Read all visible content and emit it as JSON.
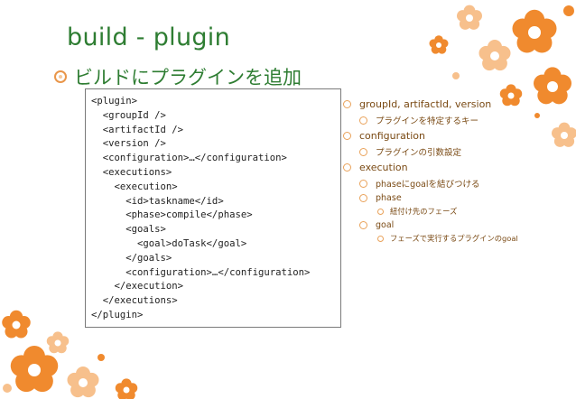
{
  "slide": {
    "title": "build - plugin",
    "subtitle": "ビルドにプラグインを追加"
  },
  "code_lines": [
    "<plugin>",
    "  <groupId />",
    "  <artifactId />",
    "  <version />",
    "  <configuration>…</configuration>",
    "  <executions>",
    "    <execution>",
    "      <id>taskname</id>",
    "      <phase>compile</phase>",
    "      <goals>",
    "        <goal>doTask</goal>",
    "      </goals>",
    "      <configuration>…</configuration>",
    "    </execution>",
    "  </executions>",
    "</plugin>"
  ],
  "outline": [
    {
      "level": 1,
      "text": "groupId, artifactId, version"
    },
    {
      "level": 2,
      "text": "プラグインを特定するキー"
    },
    {
      "level": 1,
      "text": "configuration"
    },
    {
      "level": 2,
      "text": "プラグインの引数設定"
    },
    {
      "level": 1,
      "text": "execution"
    },
    {
      "level": 2,
      "text": "phaseにgoalを結びつける"
    },
    {
      "level": 2,
      "text": "phase"
    },
    {
      "level": 3,
      "text": "紐付け先のフェーズ"
    },
    {
      "level": 2,
      "text": "goal"
    },
    {
      "level": 3,
      "text": "フェーズで実行するプラグインのgoal"
    }
  ],
  "colors": {
    "title": "#2e7d32",
    "outline_text": "#7a4a14",
    "flower_primary": "#f08a2e",
    "flower_light": "#f7c08c",
    "flower_center": "#ffffff"
  },
  "icons": {
    "bullet": "orange-ring-bullet-icon",
    "decoration": "orange-flower-icon"
  }
}
